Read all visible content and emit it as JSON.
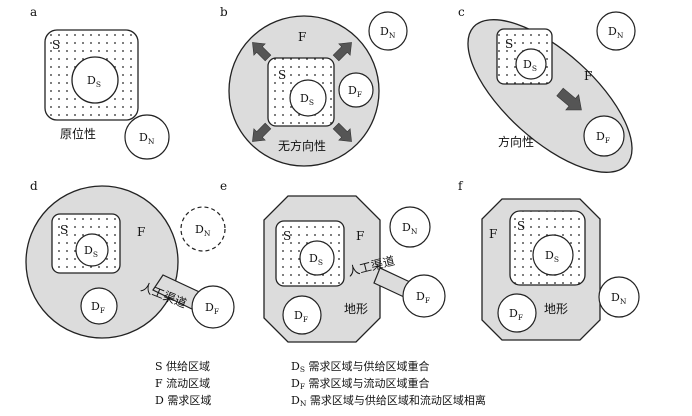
{
  "panels": {
    "a": {
      "letter": "a",
      "caption": "原位性"
    },
    "b": {
      "letter": "b",
      "caption": "无方向性"
    },
    "c": {
      "letter": "c",
      "caption": "方向性"
    },
    "d": {
      "letter": "d",
      "channel": "人工渠道"
    },
    "e": {
      "letter": "e",
      "channel": "人工渠道",
      "terrain": "地形"
    },
    "f": {
      "letter": "f",
      "terrain": "地形"
    }
  },
  "labels": {
    "S": "S",
    "F": "F",
    "D": "D",
    "sub_S": "S",
    "sub_F": "F",
    "sub_N": "N"
  },
  "legend": [
    {
      "key": "S",
      "text": "供给区域"
    },
    {
      "key": "F",
      "text": "流动区域"
    },
    {
      "key": "D",
      "text": "需求区域"
    }
  ],
  "legend2": [
    {
      "sub": "S",
      "text": "需求区域与供给区域重合"
    },
    {
      "sub": "F",
      "text": "需求区域与流动区域重合"
    },
    {
      "sub": "N",
      "text": "需求区域与供给区域和流动区域相离"
    }
  ],
  "colors": {
    "fill": "#dcdcdc",
    "stroke": "#222222",
    "dot": "#222222"
  }
}
